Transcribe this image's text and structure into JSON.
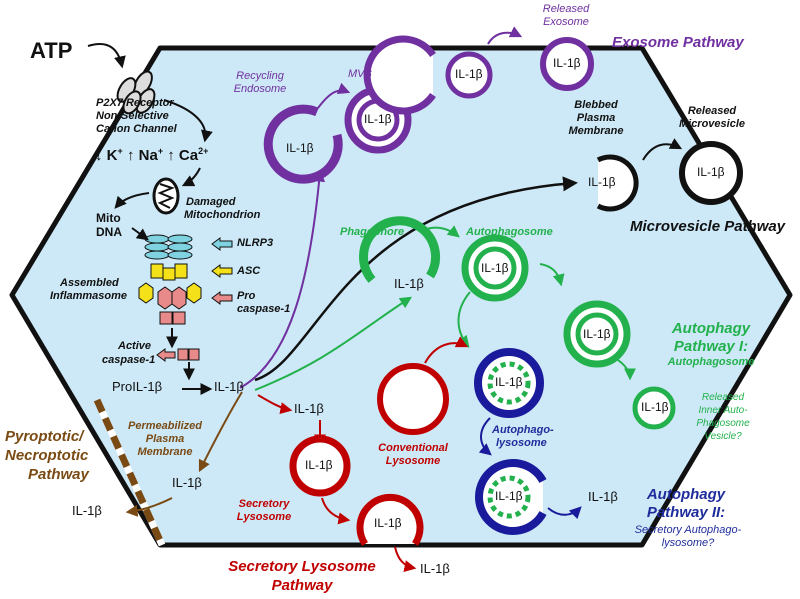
{
  "colors": {
    "cell_fill": "#cde9f7",
    "exosome": "#7030a0",
    "autophagy": "#22b14c",
    "secretory": "#c00000",
    "autolysosome": "#1a1a9c",
    "pyroptotic": "#7a4a14"
  },
  "labels": {
    "atp": "ATP",
    "p2x7": [
      "P2X7 Receptor",
      "Non-Selective",
      "Cation Channel"
    ],
    "ions": {
      "k": "K",
      "na": "Na",
      "ca": "Ca",
      "plus": "+",
      "ca_charge": "2+",
      "arrow": "↓",
      "up": "↑"
    },
    "damaged_mito": [
      "Damaged",
      "Mitochondrion"
    ],
    "mito_dna": [
      "Mito",
      "DNA"
    ],
    "assembled": [
      "Assembled",
      "Inflammasome"
    ],
    "nlrp3": "NLRP3",
    "asc": "ASC",
    "pro_caspase": [
      "Pro",
      "caspase-1"
    ],
    "active_caspase": [
      "Active",
      "caspase-1"
    ],
    "pro_il": "ProIL-1β",
    "il1b": "IL-1β",
    "recycling": [
      "Recycling",
      "Endosome"
    ],
    "mvb": "MVB",
    "released_exosome": [
      "Released",
      "Exosome"
    ],
    "exosome_pathway": "Exosome Pathway",
    "blebbed": [
      "Blebbed",
      "Plasma",
      "Membrane"
    ],
    "released_mv": [
      "Released",
      "Microvesicle"
    ],
    "microvesicle_pathway": "Microvesicle Pathway",
    "phagophore": "Phagophore",
    "autophagosome": "Autophagosome",
    "autophagy1": [
      "Autophagy",
      "Pathway I:"
    ],
    "autophagy1_sub": "Autophagosome",
    "released_inner": [
      "Released",
      "Inner Auto-",
      "Phagosome",
      "Vesicle?"
    ],
    "conventional": [
      "Conventional",
      "Lysosome"
    ],
    "autolysosome": [
      "Autophago-",
      "lysosome"
    ],
    "autophagy2": [
      "Autophagy",
      "Pathway II:"
    ],
    "autophagy2_sub": [
      "Secretory Autophago-",
      "lysosome?"
    ],
    "permeabilized": [
      "Permeabilized",
      "Plasma",
      "Membrane"
    ],
    "pyroptotic": [
      "Pyroptotic/",
      "Necroptotic",
      "Pathway"
    ],
    "secretory_lysosome": [
      "Secretory",
      "Lysosome"
    ],
    "secretory_pathway": [
      "Secretory Lysosome",
      "Pathway"
    ]
  }
}
